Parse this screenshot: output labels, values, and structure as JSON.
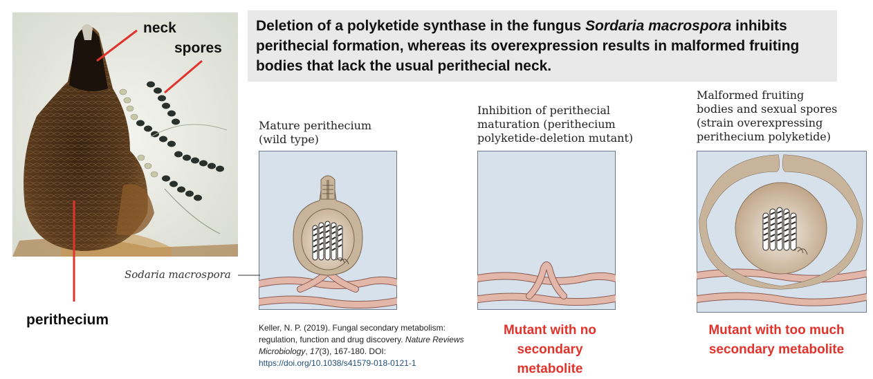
{
  "photo_labels": {
    "neck": "neck",
    "spores": "spores",
    "perithecium": "perithecium"
  },
  "title": {
    "part1": "Deletion of a polyketide synthase in the fungus ",
    "species": "Sordaria macrospora",
    "part2": " inhibits perithecial formation, whereas its overexpression results in malformed fruiting bodies that lack the usual perithecial neck."
  },
  "panels": [
    {
      "caption_lines": [
        "Mature perithecium",
        "(wild type)"
      ]
    },
    {
      "caption_lines": [
        "Inhibition of perithecial",
        "maturation (perithecium",
        "polyketide-deletion mutant)"
      ]
    },
    {
      "caption_lines": [
        "Malformed fruiting",
        "bodies and sexual spores",
        "(strain overexpressing",
        "perithecium polyketide)"
      ]
    }
  ],
  "hypha_label": "Sodaria macrospora",
  "citation": {
    "text1": "Keller, N. P. (2019). Fungal secondary metabolism: regulation, function and drug discovery. ",
    "journal": "Nature Reviews Microbiology",
    "text2": ", ",
    "volume": "17",
    "text3": "(3), 167-180. DOI: ",
    "doi": "https://doi.org/10.1038/s41579-018-0121-1"
  },
  "results": {
    "mutant_no": [
      "Mutant with no",
      "secondary",
      "metabolite"
    ],
    "mutant_much": [
      "Mutant with too much",
      "secondary metabolite"
    ]
  },
  "colors": {
    "panel_bg": "#d7e1ec",
    "perithecium": "#c8b39b",
    "hypha": "#e2b6a8",
    "accent_red": "#e0332b",
    "title_bg": "#e9e9e9"
  }
}
